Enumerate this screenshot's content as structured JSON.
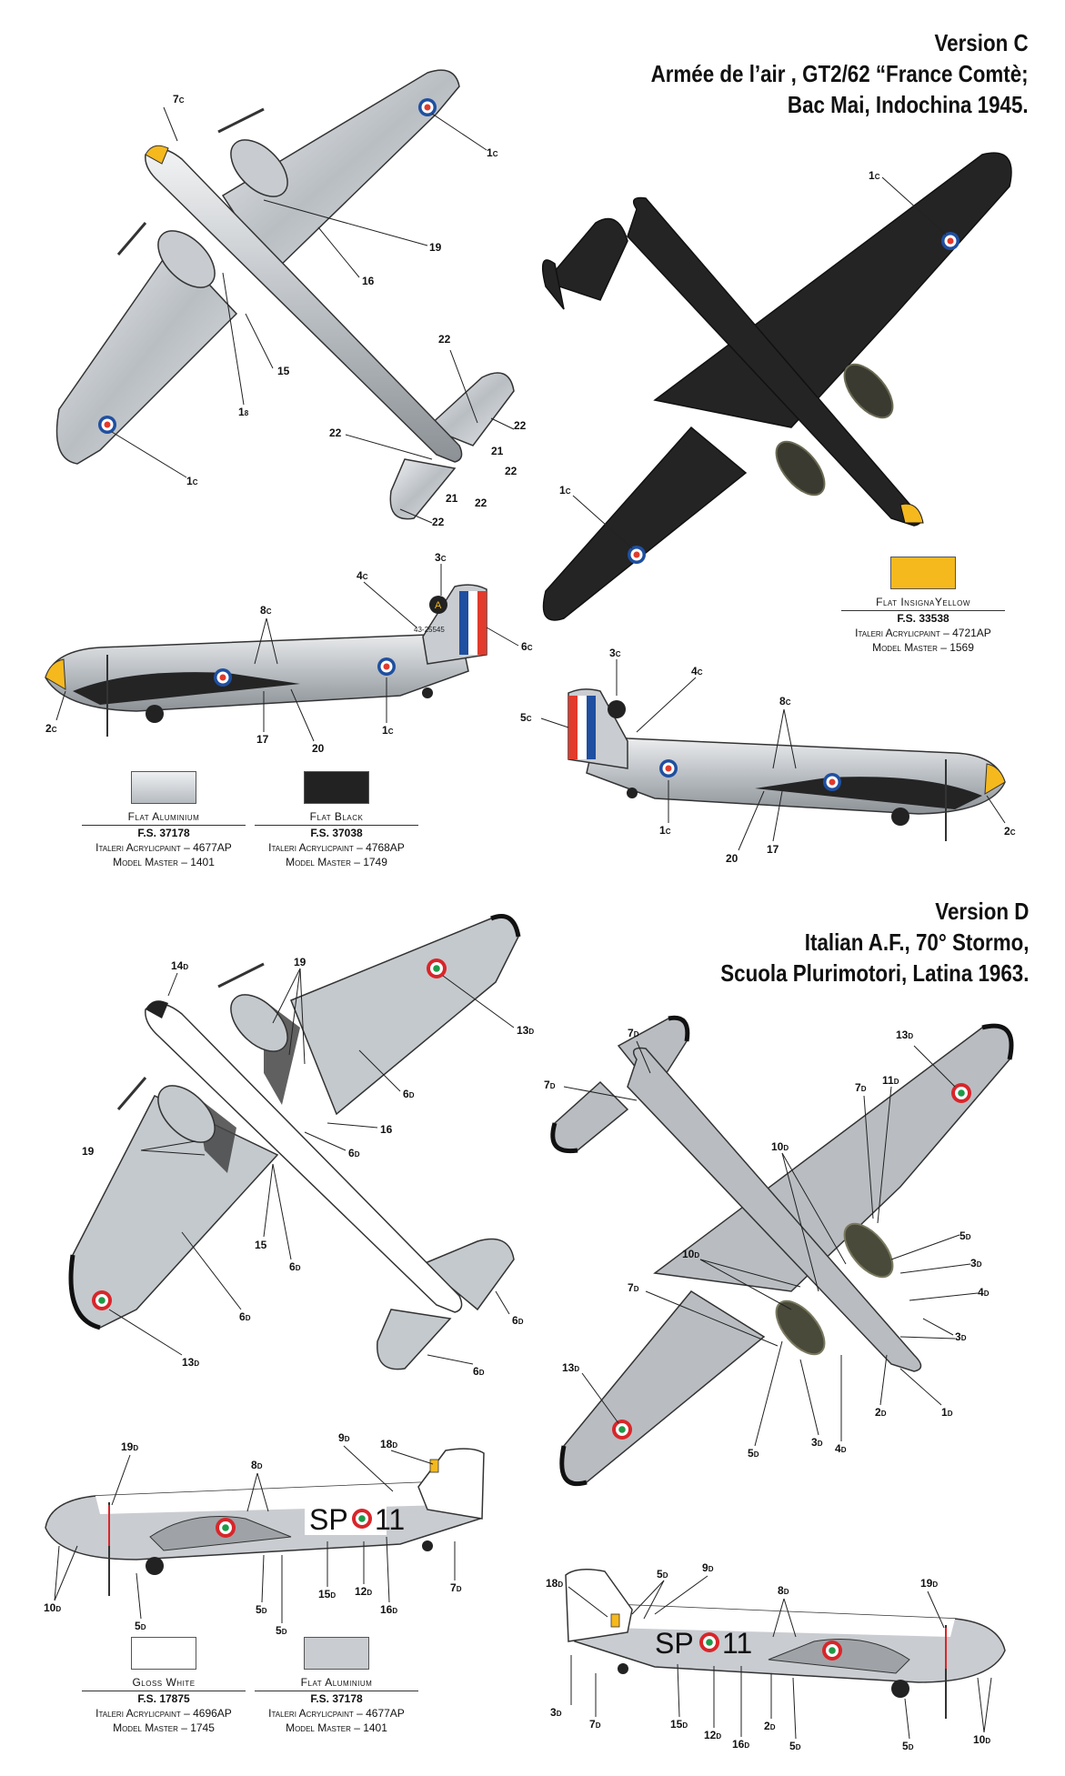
{
  "versions": [
    {
      "id": "C",
      "lines": [
        "Version C",
        "Armée de l’air , GT2/62 “France Comtè;",
        "Bac Mai, Indochina 1945."
      ]
    },
    {
      "id": "D",
      "lines": [
        "Version D",
        "Italian A.F., 70° Stormo,",
        "Scuola Plurimotori, Latina 1963."
      ]
    }
  ],
  "serials": {
    "c_tail": "43-25545",
    "d_code": "SP",
    "d_num": "11",
    "c_tail_letter": "A"
  },
  "swatches": [
    {
      "id": "c-alu",
      "name": "Flat Aluminium",
      "fs": "F.S. 37178",
      "italeri": "Italeri Acrylicpaint – 4677AP",
      "mm": "Model Master – 1401",
      "color": "#cfd3d6"
    },
    {
      "id": "c-black",
      "name": "Flat Black",
      "fs": "F.S. 37038",
      "italeri": "Italeri Acrylicpaint – 4768AP",
      "mm": "Model Master – 1749",
      "color": "#222222"
    },
    {
      "id": "c-yellow",
      "name": "Flat InsignaYellow",
      "fs": "F.S. 33538",
      "italeri": "Italeri Acrylicpaint – 4721AP",
      "mm": "Model Master – 1569",
      "color": "#f5b91e"
    },
    {
      "id": "d-white",
      "name": "Gloss White",
      "fs": "F.S. 17875",
      "italeri": "Italeri Acrylicpaint – 4696AP",
      "mm": "Model Master – 1745",
      "color": "#ffffff"
    },
    {
      "id": "d-alu",
      "name": "Flat Aluminium",
      "fs": "F.S. 37178",
      "italeri": "Italeri Acrylicpaint – 4677AP",
      "mm": "Model Master – 1401",
      "color": "#c9ccd0"
    }
  ],
  "colors": {
    "aluminium": "#c4c9cd",
    "black": "#242424",
    "yellow": "#f5b91e",
    "fr_blue": "#1f4fa0",
    "fr_red": "#e23a2c",
    "it_green": "#1e9a48",
    "it_red": "#d8262b",
    "grey": "#b9bdc1"
  },
  "labels": {
    "c_top": [
      {
        "n": "7",
        "s": "C"
      },
      {
        "n": "1",
        "s": "C"
      },
      {
        "n": "19",
        "s": ""
      },
      {
        "n": "16",
        "s": ""
      },
      {
        "n": "15",
        "s": ""
      },
      {
        "n": "1",
        "s": "8"
      },
      {
        "n": "22",
        "s": ""
      },
      {
        "n": "22",
        "s": ""
      },
      {
        "n": "21",
        "s": ""
      },
      {
        "n": "22",
        "s": ""
      },
      {
        "n": "22",
        "s": ""
      },
      {
        "n": "21",
        "s": ""
      },
      {
        "n": "22",
        "s": ""
      },
      {
        "n": "22",
        "s": ""
      },
      {
        "n": "1",
        "s": "C"
      }
    ],
    "c_bottom": [
      {
        "n": "1",
        "s": "C"
      },
      {
        "n": "1",
        "s": "C"
      }
    ],
    "c_side_left": [
      {
        "n": "4",
        "s": "C"
      },
      {
        "n": "3",
        "s": "C"
      },
      {
        "n": "8",
        "s": "C"
      },
      {
        "n": "6",
        "s": "C"
      },
      {
        "n": "2",
        "s": "C"
      },
      {
        "n": "17",
        "s": ""
      },
      {
        "n": "20",
        "s": ""
      },
      {
        "n": "1",
        "s": "C"
      }
    ],
    "c_side_right": [
      {
        "n": "3",
        "s": "C"
      },
      {
        "n": "4",
        "s": "C"
      },
      {
        "n": "5",
        "s": "C"
      },
      {
        "n": "8",
        "s": "C"
      },
      {
        "n": "1",
        "s": "C"
      },
      {
        "n": "20",
        "s": ""
      },
      {
        "n": "17",
        "s": ""
      },
      {
        "n": "2",
        "s": "C"
      }
    ],
    "d_top": [
      {
        "n": "14",
        "s": "D"
      },
      {
        "n": "19",
        "s": ""
      },
      {
        "n": "13",
        "s": "D"
      },
      {
        "n": "6",
        "s": "D"
      },
      {
        "n": "16",
        "s": ""
      },
      {
        "n": "6",
        "s": "D"
      },
      {
        "n": "19",
        "s": ""
      },
      {
        "n": "15",
        "s": ""
      },
      {
        "n": "6",
        "s": "D"
      },
      {
        "n": "6",
        "s": "D"
      },
      {
        "n": "6",
        "s": "D"
      },
      {
        "n": "13",
        "s": "D"
      },
      {
        "n": "6",
        "s": "D"
      }
    ],
    "d_bottom": [
      {
        "n": "7",
        "s": "D"
      },
      {
        "n": "7",
        "s": "D"
      },
      {
        "n": "13",
        "s": "D"
      },
      {
        "n": "11",
        "s": "D"
      },
      {
        "n": "7",
        "s": "D"
      },
      {
        "n": "10",
        "s": "D"
      },
      {
        "n": "5",
        "s": "D"
      },
      {
        "n": "3",
        "s": "D"
      },
      {
        "n": "10",
        "s": "D"
      },
      {
        "n": "4",
        "s": "D"
      },
      {
        "n": "7",
        "s": "D"
      },
      {
        "n": "3",
        "s": "D"
      },
      {
        "n": "13",
        "s": "D"
      },
      {
        "n": "1",
        "s": "D"
      },
      {
        "n": "2",
        "s": "D"
      },
      {
        "n": "5",
        "s": "D"
      },
      {
        "n": "3",
        "s": "D"
      },
      {
        "n": "4",
        "s": "D"
      }
    ],
    "d_side_left": [
      {
        "n": "19",
        "s": "D"
      },
      {
        "n": "9",
        "s": "D"
      },
      {
        "n": "18",
        "s": "D"
      },
      {
        "n": "8",
        "s": "D"
      },
      {
        "n": "10",
        "s": "D"
      },
      {
        "n": "5",
        "s": "D"
      },
      {
        "n": "5",
        "s": "D"
      },
      {
        "n": "5",
        "s": "D"
      },
      {
        "n": "15",
        "s": "D"
      },
      {
        "n": "12",
        "s": "D"
      },
      {
        "n": "16",
        "s": "D"
      },
      {
        "n": "7",
        "s": "D"
      }
    ],
    "d_side_right": [
      {
        "n": "18",
        "s": "D"
      },
      {
        "n": "5",
        "s": "D"
      },
      {
        "n": "9",
        "s": "D"
      },
      {
        "n": "8",
        "s": "D"
      },
      {
        "n": "19",
        "s": "D"
      },
      {
        "n": "3",
        "s": "D"
      },
      {
        "n": "7",
        "s": "D"
      },
      {
        "n": "15",
        "s": "D"
      },
      {
        "n": "12",
        "s": "D"
      },
      {
        "n": "16",
        "s": "D"
      },
      {
        "n": "2",
        "s": "D"
      },
      {
        "n": "5",
        "s": "D"
      },
      {
        "n": "5",
        "s": "D"
      },
      {
        "n": "10",
        "s": "D"
      }
    ]
  }
}
